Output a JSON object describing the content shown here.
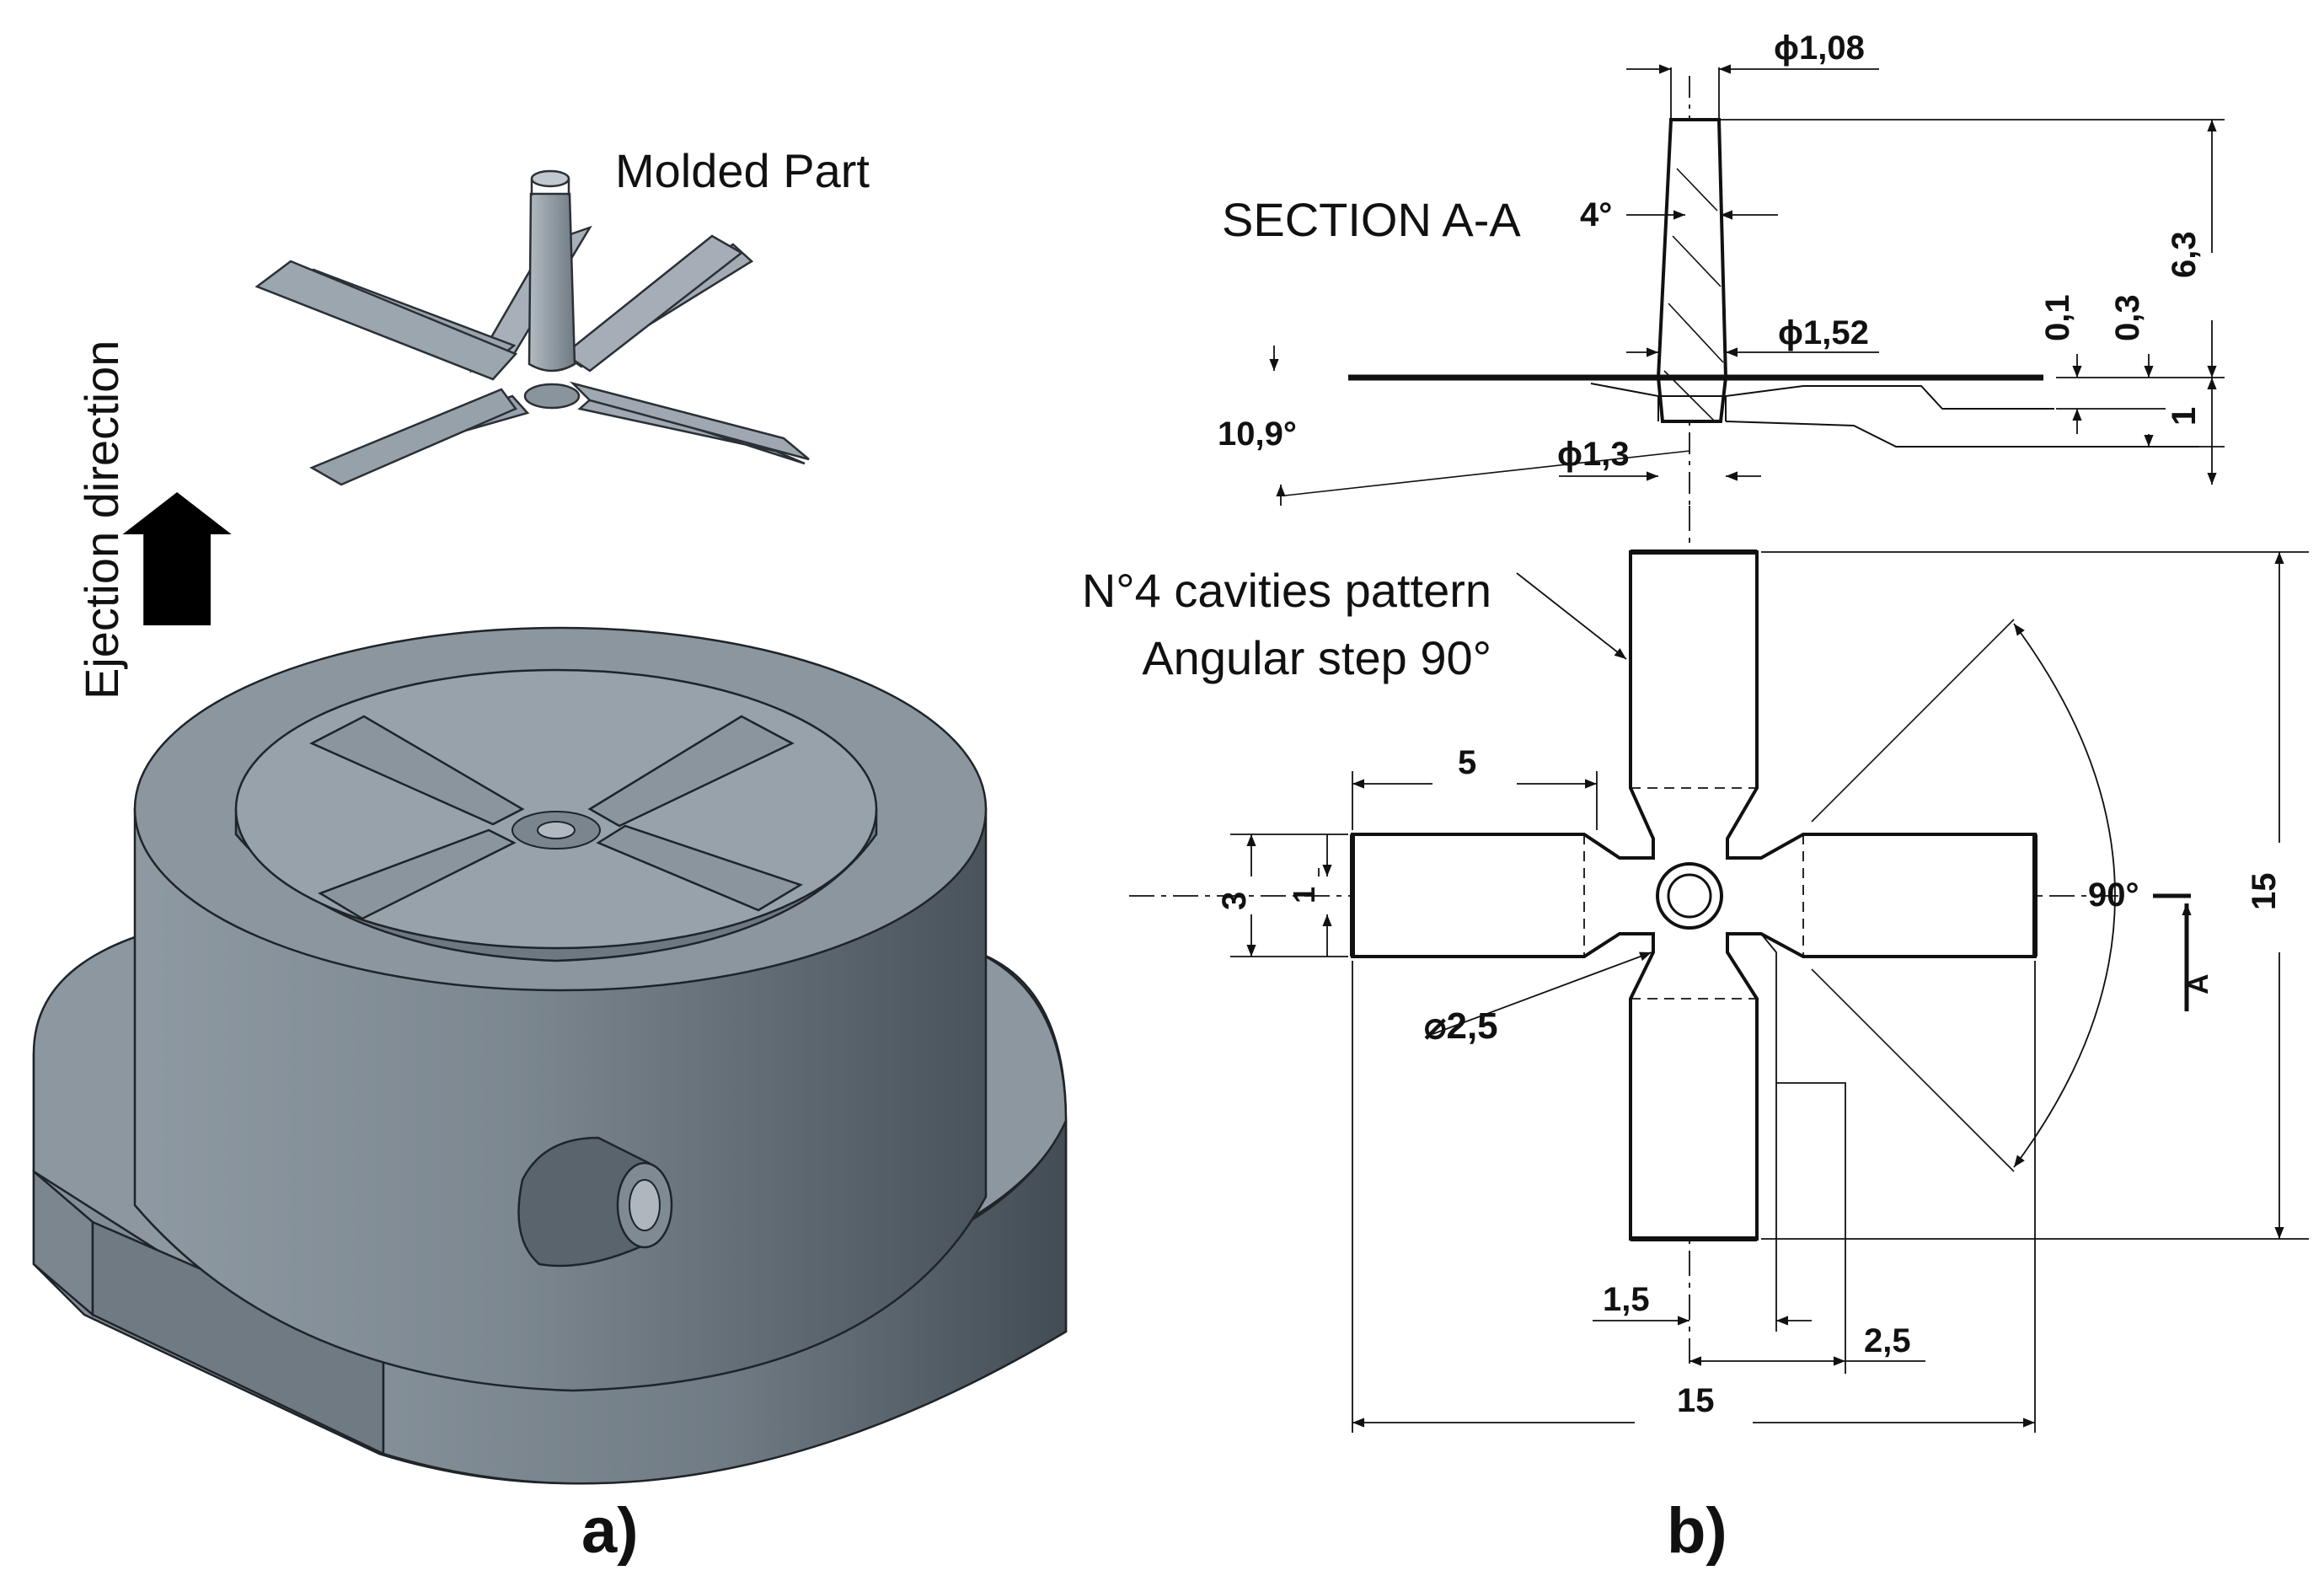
{
  "panel_a": {
    "label": "a)",
    "molded_part_label": "Molded Part",
    "ejection_label": "Ejection direction",
    "icons": [
      "ejection-arrow-icon"
    ]
  },
  "panel_b": {
    "label": "b)",
    "section_title": "SECTION A-A",
    "pattern_note_line1": "N°4 cavities pattern",
    "pattern_note_line2": "Angular step 90°",
    "section_dims": {
      "d_top": "ϕ1,08",
      "taper_angle": "4°",
      "d_mid": "ϕ1,52",
      "d_bottom": "ϕ1,3",
      "gate_angle": "10,9°",
      "height_total": "6,3",
      "thk_film": "0,1",
      "thk_runner": "0,3",
      "depth": "1"
    },
    "plan_dims": {
      "arm_length": "5",
      "arm_width": "3",
      "gate_width": "1",
      "hub_diameter": "⌀2,5",
      "angle": "90°",
      "section_marker": "A",
      "overall_height": "15",
      "overall_width": "15",
      "offset_small": "1,5",
      "offset_large": "2,5"
    }
  },
  "colors": {
    "metal_light": "#a3adb5",
    "metal_mid": "#7f8a93",
    "metal_dark": "#4f5860",
    "line": "#111111"
  }
}
